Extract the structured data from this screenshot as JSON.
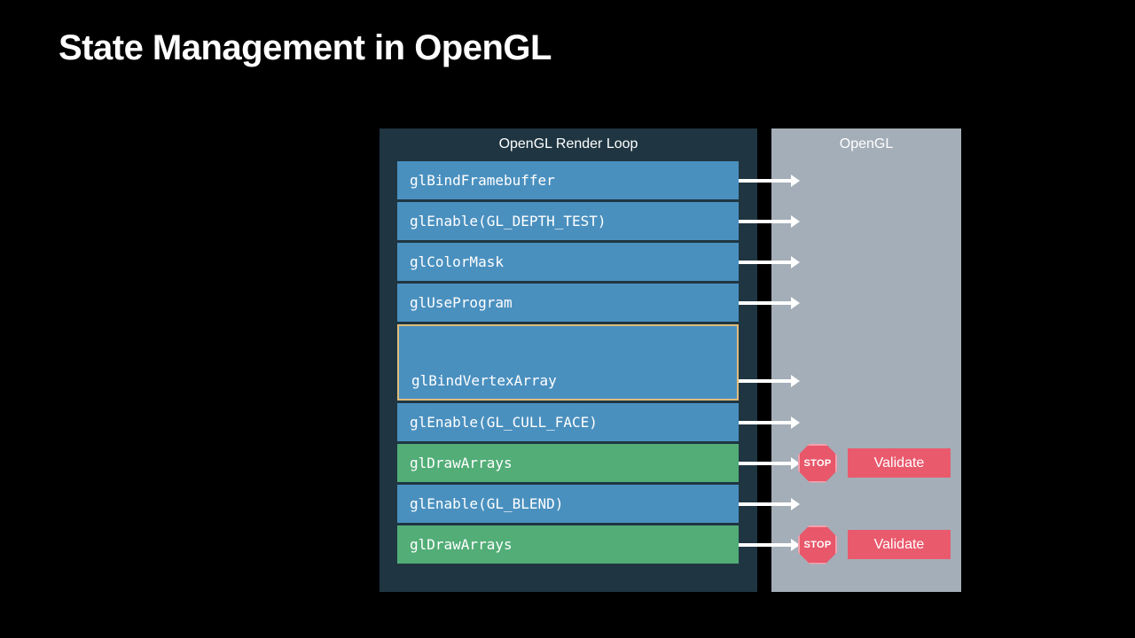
{
  "slide": {
    "title": "State Management in OpenGL"
  },
  "diagram": {
    "left_panel": {
      "title": "OpenGL Render Loop",
      "background_color": "#1f3642",
      "calls": [
        {
          "label": "glBindFramebuffer",
          "kind": "state",
          "highlighted": false,
          "arrow": true,
          "validate": false
        },
        {
          "label": "glEnable(GL_DEPTH_TEST)",
          "kind": "state",
          "highlighted": false,
          "arrow": true,
          "validate": false
        },
        {
          "label": "glColorMask",
          "kind": "state",
          "highlighted": false,
          "arrow": true,
          "validate": false
        },
        {
          "label": "glUseProgram",
          "kind": "state",
          "highlighted": false,
          "arrow": true,
          "validate": false
        },
        {
          "label": "glBindVertexArray",
          "kind": "state",
          "highlighted": true,
          "arrow": true,
          "validate": false
        },
        {
          "label": "glEnable(GL_CULL_FACE)",
          "kind": "state",
          "highlighted": false,
          "arrow": true,
          "validate": false
        },
        {
          "label": "glDrawArrays",
          "kind": "draw",
          "highlighted": false,
          "arrow": true,
          "validate": true
        },
        {
          "label": "glEnable(GL_BLEND)",
          "kind": "state",
          "highlighted": false,
          "arrow": true,
          "validate": false
        },
        {
          "label": "glDrawArrays",
          "kind": "draw",
          "highlighted": false,
          "arrow": true,
          "validate": true
        }
      ]
    },
    "right_panel": {
      "title": "OpenGL",
      "background_color": "#a4aeb8",
      "validate_markers": [
        {
          "stop_label": "STOP",
          "validate_label": "Validate"
        },
        {
          "stop_label": "STOP",
          "validate_label": "Validate"
        }
      ]
    },
    "colors": {
      "state_call": "#4a90bf",
      "draw_call": "#52ad77",
      "highlight_border": "#e0bc7e",
      "validate": "#ea5a6d",
      "stop_sign": "#e8576a",
      "arrow": "#ffffff",
      "slide_background": "#000000"
    }
  }
}
